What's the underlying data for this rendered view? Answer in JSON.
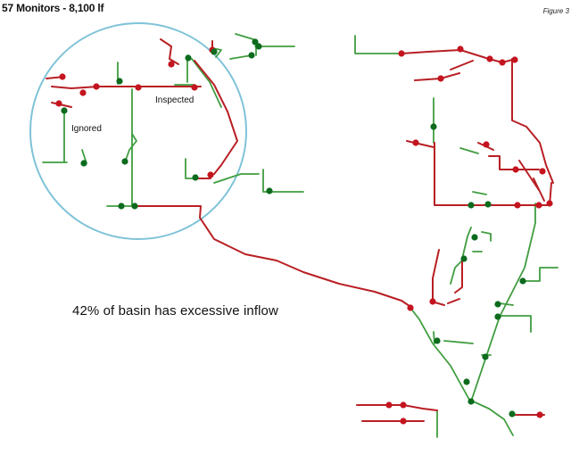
{
  "figure": {
    "title": "57 Monitors - 8,100 lf",
    "figure_label": "Figure 3",
    "caption": "42% of basin has excessive inflow",
    "labels": {
      "inspected": "Inspected",
      "ignored": "Ignored"
    },
    "colors": {
      "pipe_green": "#3f9d3f",
      "pipe_red": "#b81f24",
      "node_green": "#0c6b1d",
      "node_red": "#c4141f",
      "circle": "#7fc3d8"
    }
  }
}
